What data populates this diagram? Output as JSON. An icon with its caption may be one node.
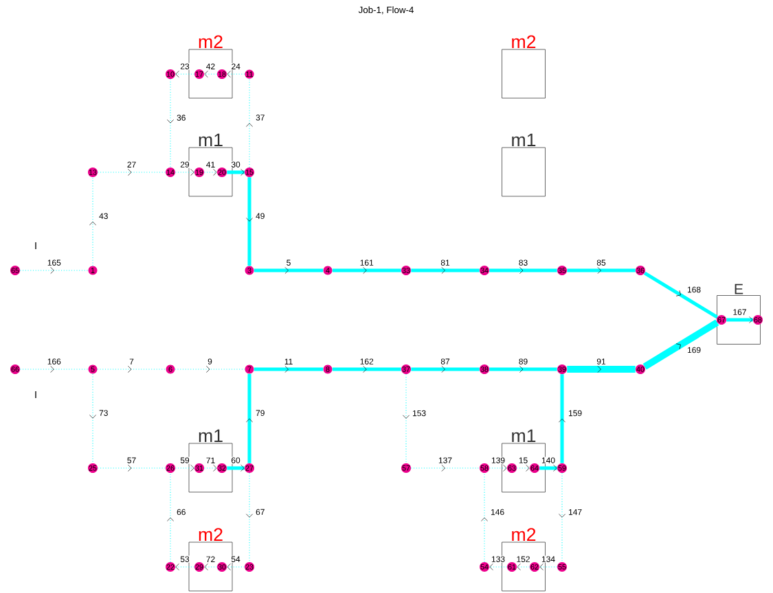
{
  "diagram": {
    "title": "Job-1, Flow-4",
    "nodes": [
      {
        "text": [
          "m2"
        ]
      },
      {
        "text": [
          "m2"
        ]
      },
      {
        "text": [
          "10"
        ]
      },
      {
        "text": [
          "17"
        ],
        "in": 0
      },
      {
        "text": [
          "18"
        ],
        "in": 0
      },
      {
        "text": [
          "11"
        ]
      },
      {
        "text": [
          "m1"
        ]
      },
      {
        "text": [
          "m1"
        ]
      },
      {
        "text": [
          "13"
        ]
      },
      {
        "text": [
          "14"
        ]
      },
      {
        "text": [
          "19"
        ],
        "in": 6
      },
      {
        "text": [
          "20"
        ],
        "in": 6
      },
      {
        "text": [
          "15"
        ]
      },
      {
        "text": [
          "65"
        ]
      },
      {
        "text": [
          "1"
        ]
      },
      {
        "text": [
          "3"
        ]
      },
      {
        "text": [
          "4"
        ]
      },
      {
        "text": [
          "33"
        ]
      },
      {
        "text": [
          "34"
        ]
      },
      {
        "text": [
          "35"
        ]
      },
      {
        "text": [
          "36"
        ]
      },
      {
        "text": [
          "E"
        ]
      },
      {
        "text": [
          "67"
        ],
        "in": 21
      },
      {
        "text": [
          "68"
        ],
        "in": 21
      },
      {
        "text": [
          "66"
        ]
      },
      {
        "text": [
          "5"
        ]
      },
      {
        "text": [
          "6"
        ]
      },
      {
        "text": [
          "7"
        ]
      },
      {
        "text": [
          "8"
        ]
      },
      {
        "text": [
          "37"
        ]
      },
      {
        "text": [
          "38"
        ]
      },
      {
        "text": [
          "39"
        ]
      },
      {
        "text": [
          "40"
        ]
      },
      {
        "text": [
          "m1"
        ]
      },
      {
        "text": [
          "m1"
        ]
      },
      {
        "text": [
          "25"
        ]
      },
      {
        "text": [
          "26"
        ]
      },
      {
        "text": [
          "31"
        ],
        "in": 33
      },
      {
        "text": [
          "32"
        ],
        "in": 33
      },
      {
        "text": [
          "27"
        ]
      },
      {
        "text": [
          "57"
        ]
      },
      {
        "text": [
          "58"
        ]
      },
      {
        "text": [
          "63"
        ],
        "in": 34
      },
      {
        "text": [
          "64"
        ],
        "in": 34
      },
      {
        "text": [
          "59"
        ]
      },
      {
        "text": [
          "m2"
        ]
      },
      {
        "text": [
          "m2"
        ]
      },
      {
        "text": [
          "22"
        ]
      },
      {
        "text": [
          "29"
        ],
        "in": 45
      },
      {
        "text": [
          "30"
        ],
        "in": 45
      },
      {
        "text": [
          "23"
        ]
      },
      {
        "text": [
          "54"
        ]
      },
      {
        "text": [
          "61"
        ],
        "in": 46
      },
      {
        "text": [
          "62"
        ],
        "in": 46
      },
      {
        "text": [
          "55"
        ]
      }
    ],
    "edges": [
      {
        "from": 5,
        "to": 4,
        "arrow": "to",
        "label": "24",
        "style": "dashed"
      },
      {
        "from": 4,
        "to": 3,
        "arrow": "to",
        "label": "42",
        "style": "dashed"
      },
      {
        "from": 3,
        "to": 2,
        "arrow": "to",
        "label": "23",
        "style": "dashed"
      },
      {
        "from": 2,
        "to": 9,
        "arrow": "to",
        "label": "36",
        "style": "dashed"
      },
      {
        "from": 12,
        "to": 5,
        "arrow": "to",
        "label": "37",
        "style": "dashed"
      },
      {
        "from": 8,
        "to": 9,
        "arrow": "to",
        "label": "27",
        "style": "dashed"
      },
      {
        "from": 9,
        "to": 10,
        "arrow": "to",
        "label": "29",
        "style": "dashed"
      },
      {
        "from": 10,
        "to": 11,
        "arrow": "to",
        "label": "41",
        "style": "dashed"
      },
      {
        "from": 11,
        "to": 12,
        "arrow": "to",
        "label": "30",
        "style": "thick"
      },
      {
        "from": 12,
        "to": 15,
        "arrow": "to",
        "label": "49",
        "style": "thick"
      },
      {
        "from": 14,
        "to": 8,
        "arrow": "to",
        "label": "43",
        "style": "dashed"
      },
      {
        "from": 13,
        "to": 14,
        "arrow": "to",
        "label": "165",
        "style": "dashed"
      },
      {
        "from": 15,
        "to": 16,
        "arrow": "to",
        "label": "5",
        "style": "thick"
      },
      {
        "from": 16,
        "to": 17,
        "arrow": "to",
        "label": "161",
        "style": "thick"
      },
      {
        "from": 17,
        "to": 18,
        "arrow": "to",
        "label": "81",
        "style": "thick"
      },
      {
        "from": 18,
        "to": 19,
        "arrow": "to",
        "label": "83",
        "style": "thick"
      },
      {
        "from": 19,
        "to": 20,
        "arrow": "to",
        "label": "85",
        "style": "thick"
      },
      {
        "from": 20,
        "to": 22,
        "arrow": "to",
        "label": "168",
        "style": "thick"
      },
      {
        "from": 22,
        "to": 23,
        "arrow": "to",
        "label": "167",
        "style": "thick"
      },
      {
        "from": 24,
        "to": 25,
        "arrow": "to",
        "label": "166",
        "style": "dashed"
      },
      {
        "from": 25,
        "to": 26,
        "arrow": "to",
        "label": "7",
        "style": "dashed"
      },
      {
        "from": 26,
        "to": 27,
        "arrow": "to",
        "label": "9",
        "style": "dashed"
      },
      {
        "from": 27,
        "to": 28,
        "arrow": "to",
        "label": "11",
        "style": "thick"
      },
      {
        "from": 28,
        "to": 29,
        "arrow": "to",
        "label": "162",
        "style": "thick"
      },
      {
        "from": 29,
        "to": 30,
        "arrow": "to",
        "label": "87",
        "style": "thick"
      },
      {
        "from": 30,
        "to": 31,
        "arrow": "to",
        "label": "89",
        "style": "thick"
      },
      {
        "from": 31,
        "to": 32,
        "arrow": "to",
        "label": "91",
        "style": "thick"
      },
      {
        "from": 32,
        "to": 22,
        "arrow": "to",
        "label": "169",
        "style": "thick"
      },
      {
        "from": 25,
        "to": 35,
        "arrow": "to",
        "label": "73",
        "style": "dashed"
      },
      {
        "from": 35,
        "to": 36,
        "arrow": "to",
        "label": "57",
        "style": "dashed"
      },
      {
        "from": 36,
        "to": 37,
        "arrow": "to",
        "label": "59",
        "style": "dashed"
      },
      {
        "from": 37,
        "to": 38,
        "arrow": "to",
        "label": "71",
        "style": "dashed"
      },
      {
        "from": 38,
        "to": 39,
        "arrow": "to",
        "label": "60",
        "style": "thick"
      },
      {
        "from": 39,
        "to": 27,
        "arrow": "to",
        "label": "79",
        "style": "thick"
      },
      {
        "from": 39,
        "to": 50,
        "arrow": "to",
        "label": "67",
        "style": "dashed"
      },
      {
        "from": 50,
        "to": 49,
        "arrow": "to",
        "label": "54",
        "style": "dashed"
      },
      {
        "from": 49,
        "to": 48,
        "arrow": "to",
        "label": "72",
        "style": "dashed"
      },
      {
        "from": 48,
        "to": 47,
        "arrow": "to",
        "label": "53",
        "style": "dashed"
      },
      {
        "from": 47,
        "to": 36,
        "arrow": "to",
        "label": "66",
        "style": "dashed"
      },
      {
        "from": 29,
        "to": 40,
        "arrow": "to",
        "label": "153",
        "style": "dashed"
      },
      {
        "from": 40,
        "to": 41,
        "arrow": "to",
        "label": "137",
        "style": "dashed"
      },
      {
        "from": 41,
        "to": 42,
        "arrow": "to",
        "label": "139",
        "style": "dashed"
      },
      {
        "from": 42,
        "to": 43,
        "arrow": "to",
        "label": "15",
        "style": "dashed"
      },
      {
        "from": 43,
        "to": 44,
        "arrow": "to",
        "label": "140",
        "style": "thick"
      },
      {
        "from": 44,
        "to": 31,
        "arrow": "to",
        "label": "159",
        "style": "thick"
      },
      {
        "from": 44,
        "to": 54,
        "arrow": "to",
        "label": "147",
        "style": "dashed"
      },
      {
        "from": 54,
        "to": 53,
        "arrow": "to",
        "label": "134",
        "style": "dashed"
      },
      {
        "from": 53,
        "to": 52,
        "arrow": "to",
        "label": "152",
        "style": "dashed"
      },
      {
        "from": 52,
        "to": 51,
        "arrow": "to",
        "label": "133",
        "style": "dashed"
      },
      {
        "from": 51,
        "to": 41,
        "arrow": "to",
        "label": "146",
        "style": "dashed"
      }
    ],
    "labels": [
      "I",
      "I"
    ]
  }
}
